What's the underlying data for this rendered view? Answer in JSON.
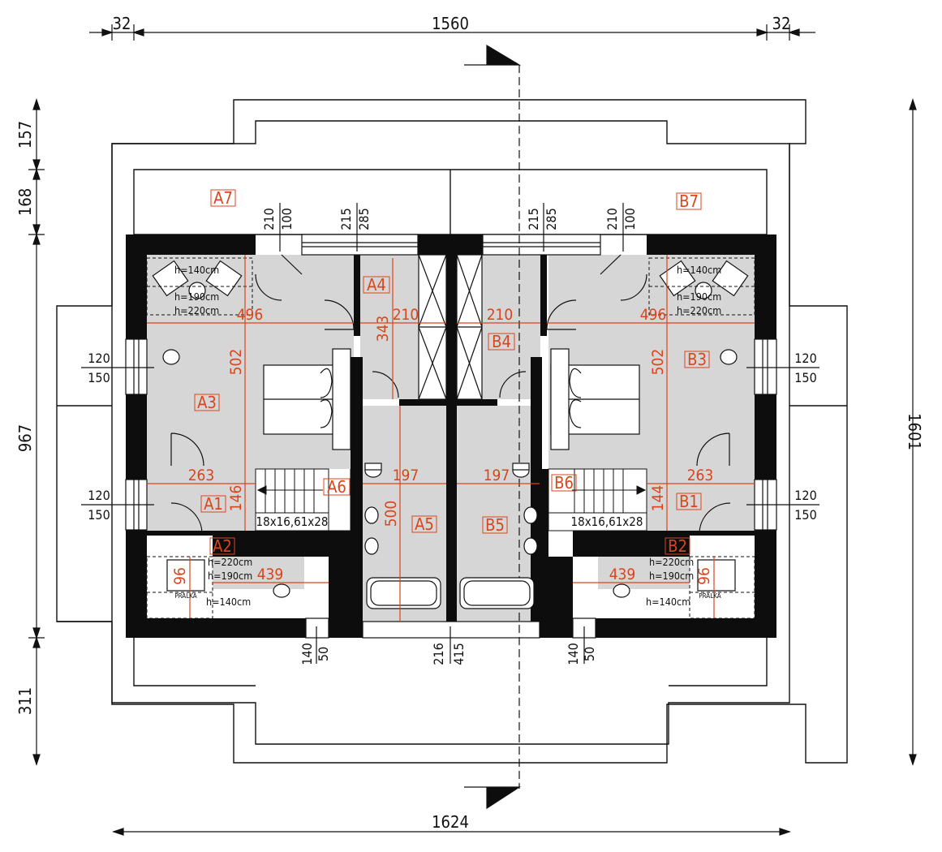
{
  "dimensions": {
    "top_total": "1560",
    "top_left_offset": "32",
    "top_right_offset": "32",
    "bottom_total": "1624",
    "right_total": "1601",
    "left_segments": [
      "157",
      "168",
      "967",
      "311"
    ],
    "window_top_left": [
      "210",
      "100"
    ],
    "window_top_left2": [
      "215",
      "285"
    ],
    "window_top_right": [
      "215",
      "285"
    ],
    "window_top_right2": [
      "210",
      "100"
    ],
    "window_bottom_left": [
      "140",
      "50"
    ],
    "window_bottom_center": [
      "216",
      "415"
    ],
    "window_bottom_right": [
      "140",
      "50"
    ],
    "window_side_left_upper": [
      "120",
      "150"
    ],
    "window_side_left_lower": [
      "120",
      "150"
    ],
    "window_side_right_upper": [
      "120",
      "150"
    ],
    "window_side_right_lower": [
      "120",
      "150"
    ]
  },
  "rooms": {
    "A1": "A1",
    "A2": "A2",
    "A3": "A3",
    "A4": "A4",
    "A5": "A5",
    "A6": "A6",
    "A7": "A7",
    "B1": "B1",
    "B2": "B2",
    "B3": "B3",
    "B4": "B4",
    "B5": "B5",
    "B6": "B6",
    "B7": "B7"
  },
  "interior_dims": {
    "a3_width": "496",
    "a3_height": "502",
    "a4_width": "210",
    "a4_height": "343",
    "a1_width": "263",
    "a1_height": "146",
    "a5_width": "197",
    "a5_height": "500",
    "a2_width": "439",
    "b3_width": "496",
    "b3_height": "502",
    "b4_width": "210",
    "b1_width": "263",
    "b1_height": "144",
    "b5_width": "197",
    "b2_width": "439",
    "stair_left": "18x16,61x28",
    "stair_right": "18x16,61x28",
    "diag_a2": "96",
    "diag_b2": "96"
  },
  "height_notes": {
    "a3": [
      "h=140cm",
      "h=190cm",
      "h=220cm"
    ],
    "b3": [
      "h=140cm",
      "h=190cm",
      "h=220cm"
    ],
    "a2": [
      "h=220cm",
      "h=190cm",
      "h=140cm"
    ],
    "b2": [
      "h=220cm",
      "h=190cm",
      "h=140cm"
    ]
  },
  "appliance_labels": {
    "left": "PRALKA",
    "right": "PRALKA"
  },
  "colors": {
    "wall": "#0d0d0d",
    "room_fill": "#d6d6d6",
    "label": "#d9451c",
    "dim_line": "#d9451c",
    "line": "#111111"
  }
}
